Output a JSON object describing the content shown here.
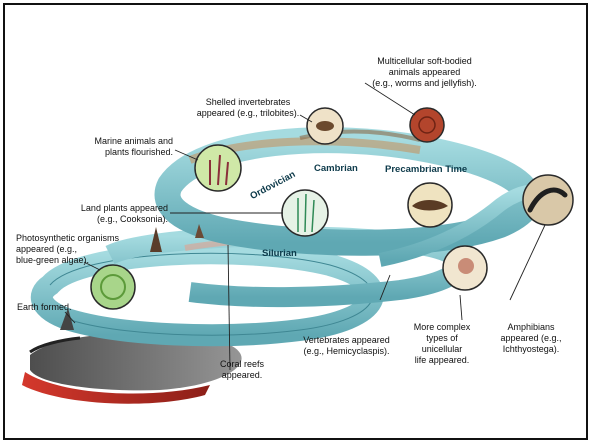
{
  "labels": {
    "multicellular": "Multicellular soft-bodied\nanimals appeared\n(e.g., worms and jellyfish).",
    "shelled": "Shelled invertebrates\nappeared (e.g., trilobites).",
    "marine": "Marine animals and\nplants flourished.",
    "land_plants": "Land plants appeared\n(e.g., Cooksonia).",
    "photosynthetic": "Photosynthetic organisms\nappeared (e.g.,\nblue-green algae).",
    "earth": "Earth formed.",
    "coral": "Coral reefs\nappeared.",
    "vertebrates": "Vertebrates appeared\n(e.g., Hemicyclaspis).",
    "complex": "More complex\ntypes of\nunicellular\nlife appeared.",
    "amphibians": "Amphibians\nappeared (e.g.,\nIchthyostega)."
  },
  "bands": {
    "ordovician": "Ordovician",
    "cambrian": "Cambrian",
    "precambrian": "Precambrian Time",
    "silurian": "Silurian"
  },
  "colors": {
    "band": "#7ec3cc",
    "band_dark": "#4c9aa6",
    "earth_red": "#c8352a",
    "earth_gray": "#5c5c5c",
    "circle_border": "#2a2a2a"
  }
}
